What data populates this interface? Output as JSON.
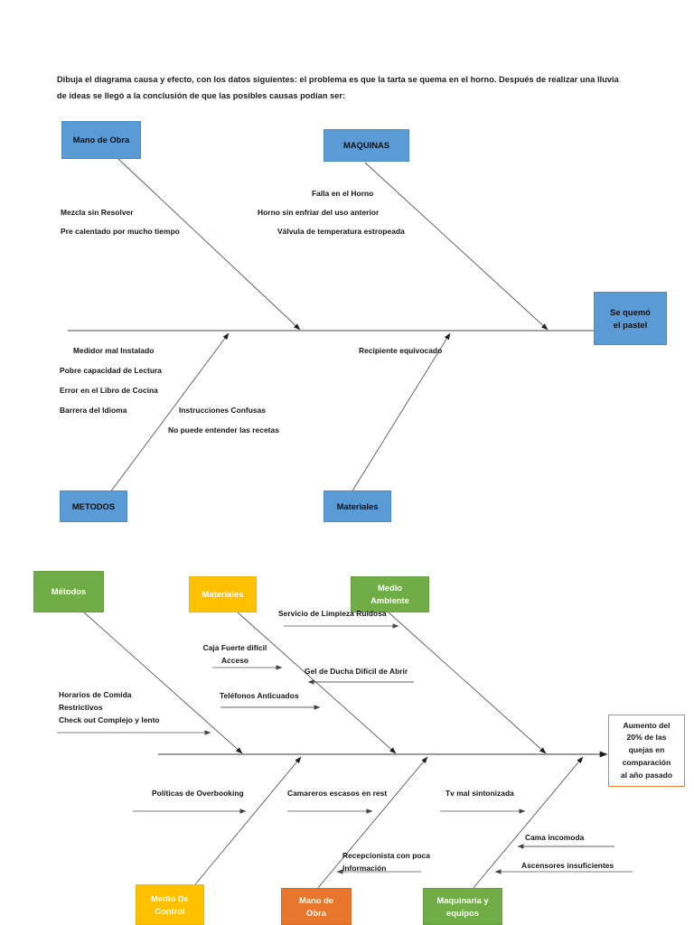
{
  "document": {
    "intro": "Dibuja el diagrama causa y efecto, con los datos siguientes: el problema es que la tarta se quema en el horno. Después de realizar una lluvia de ideas se llegó a la conclusión de que las posibles causas podían ser:"
  },
  "colors": {
    "blue": "#5B9BD5",
    "green": "#70AD47",
    "orange": "#E8762C",
    "amber": "#FFC000",
    "effect_border": "#ED7D31",
    "line": "#3f3f3f"
  },
  "diagram1": {
    "type": "ishikawa-fishbone",
    "effect": "Se quemó\nel pastel",
    "categories": [
      {
        "name": "Mano de Obra",
        "label": "Mano de\nObra",
        "color": "blue",
        "position": "top-left"
      },
      {
        "name": "MAQUINAS",
        "label": "MAQUINAS",
        "color": "blue",
        "position": "top-right"
      },
      {
        "name": "METODOS",
        "label": "METODOS",
        "color": "blue",
        "position": "bottom-left"
      },
      {
        "name": "Materiales",
        "label": "Materiales",
        "color": "blue",
        "position": "bottom-right"
      }
    ],
    "causes": {
      "mano_de_obra": [
        "Mezcla sin Resolver",
        "Pre calentado por mucho tiempo"
      ],
      "maquinas": [
        "Falla en el Horno",
        "Horno sin enfriar del uso anterior",
        "Válvula de temperatura estropeada"
      ],
      "metodos": [
        "Medidor mal Instalado",
        "Pobre capacidad de Lectura",
        "Error en el Libro de Cocina",
        "Barrera del Idioma"
      ],
      "materiales": [
        "Recipiente equivocado",
        "Instrucciones Confusas",
        "No puede entender las recetas"
      ]
    },
    "cause_labels": {
      "mezcla": "Mezcla sin Resolver",
      "precalentado": "Pre calentado por mucho tiempo",
      "falla_horno": "Falla en el Horno",
      "horno_enfriar": "Horno sin enfriar del uso anterior",
      "valvula": "Válvula de temperatura estropeada",
      "medidor": "Medidor mal Instalado",
      "lectura": "Pobre capacidad de Lectura",
      "libro": "Error en el Libro de Cocina",
      "idioma": "Barrera del Idioma",
      "instrucciones": "Instrucciones Confusas",
      "recetas": "No puede entender las recetas",
      "recipiente": "Recipiente equivocado"
    }
  },
  "diagram2": {
    "type": "ishikawa-fishbone",
    "effect": "Aumento del 20% de las quejas en comparación al año pasado",
    "effect_lines": [
      "Aumento del",
      "20% de las",
      "quejas en",
      "comparación",
      "al año pasado"
    ],
    "categories": [
      {
        "name": "Métodos",
        "label": "Métodos",
        "color": "green",
        "position": "top-left"
      },
      {
        "name": "Materiales",
        "label": "Materiales",
        "color": "amber",
        "position": "top-center"
      },
      {
        "name": "Medio Ambiente",
        "label": "Medio\nAmbiente",
        "color": "green",
        "position": "top-right"
      },
      {
        "name": "Medio De Control",
        "label": "Medio De\nControl",
        "color": "amber",
        "position": "bottom-left"
      },
      {
        "name": "Mano de Obra",
        "label": "Mano de\nObra",
        "color": "orange",
        "position": "bottom-center"
      },
      {
        "name": "Maquinaria y equipos",
        "label": "Maquinaria y\nequipos",
        "color": "green",
        "position": "bottom-right"
      }
    ],
    "cause_labels": {
      "limpieza": "Servicio de Limpieza Ruidosa",
      "caja_fuerte": "Caja Fuerte difícil\nAcceso",
      "gel_ducha": "Gel de Ducha Difícil de Abrir",
      "telefonos": "Teléfonos Anticuados",
      "horarios": "Horarios de Comida\nRestrictivos\nCheck out Complejo y lento",
      "overbooking": "Políticas de Overbooking",
      "camareros": "Camareros escasos en rest",
      "tv": "Tv mal sintonizada",
      "cama": "Cama incomoda",
      "recepcionista": "Recepcionista con poca\nInformación",
      "ascensores": "Ascensores insuficientes"
    }
  }
}
